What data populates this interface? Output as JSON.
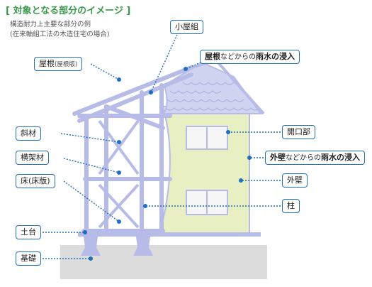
{
  "header": {
    "title": "[ 対象となる部分のイメージ ]",
    "subtitle1": "構造耐力上主要な部分の例",
    "subtitle2": "(在来軸組工法の木造住宅の場合)"
  },
  "labels": {
    "koyagumi": "小屋組",
    "yane": {
      "main": "屋根",
      "note": "(屋根版)"
    },
    "yane_rain": {
      "a": "屋根",
      "b": "などからの",
      "c": "雨水の浸入"
    },
    "shazai": "斜材",
    "kaikoubu": "開口部",
    "yokogazai": "横架材",
    "gaiheki_rain": {
      "a": "外壁",
      "b": "などからの",
      "c": "雨水の浸入"
    },
    "yuka": "床(床版)",
    "gaiheki": "外壁",
    "hashira": "柱",
    "dodai": "土台",
    "kiso": "基礎"
  },
  "colors": {
    "title_green": "#3a9a4a",
    "label_border": "#1f6fc0",
    "frame_lavender": "#b7bbe8",
    "wall_green": "#e7efc3",
    "roof_tile": "#c9d0ee",
    "ground": "#dcdcdc",
    "leader_blue": "#1f6fc0"
  }
}
